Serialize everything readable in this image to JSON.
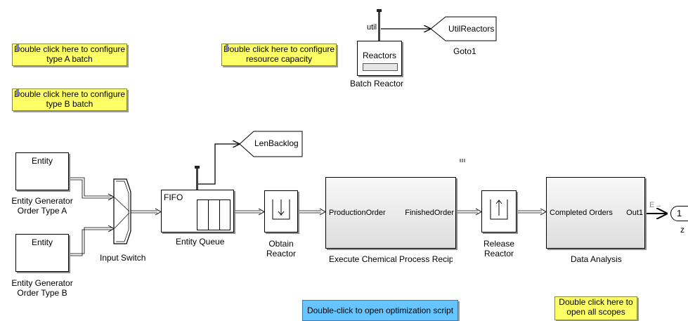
{
  "notes": {
    "type_a": {
      "line1": "Double click here to configure",
      "line2": "type A batch"
    },
    "type_b": {
      "line1": "Double click here to configure",
      "line2": "type B batch"
    },
    "resource": {
      "line1": "Double click here to configure",
      "line2": "resource capacity"
    },
    "scopes": {
      "line1": "Double click here to",
      "line2": "open all scopes"
    },
    "optimization": "Double-click to open optimization script"
  },
  "blocks": {
    "batch_reactor": {
      "inner": "Reactors",
      "port": "util",
      "name": "Batch Reactor"
    },
    "goto1": {
      "tag": "UtilReactors",
      "name": "Goto1"
    },
    "len_backlog": {
      "tag": "LenBacklog"
    },
    "gen_a": {
      "inner": "Entity",
      "name1": "Entity Generator",
      "name2": "Order Type A"
    },
    "gen_b": {
      "inner": "Entity",
      "name1": "Entity Generator",
      "name2": "Order Type B"
    },
    "input_switch": {
      "name": "Input Switch"
    },
    "entity_queue": {
      "inner": "FIFO",
      "name": "Entity Queue"
    },
    "obtain_reactor": {
      "name1": "Obtain",
      "name2": "Reactor"
    },
    "execute": {
      "in_port": "ProductionOrder",
      "out_port": "FinishedOrder",
      "name": "Execute Chemical Process Recipe"
    },
    "release_reactor": {
      "name1": "Release",
      "name2": "Reactor"
    },
    "data_analysis": {
      "in_port": "Completed Orders",
      "out_port": "Out1",
      "name": "Data Analysis"
    },
    "outport": {
      "number": "1",
      "name": "z",
      "signal": "E→"
    }
  },
  "colors": {
    "note": "#ffff66",
    "optimization": "#66c4ff",
    "subsystem": "#e4e4e4"
  }
}
